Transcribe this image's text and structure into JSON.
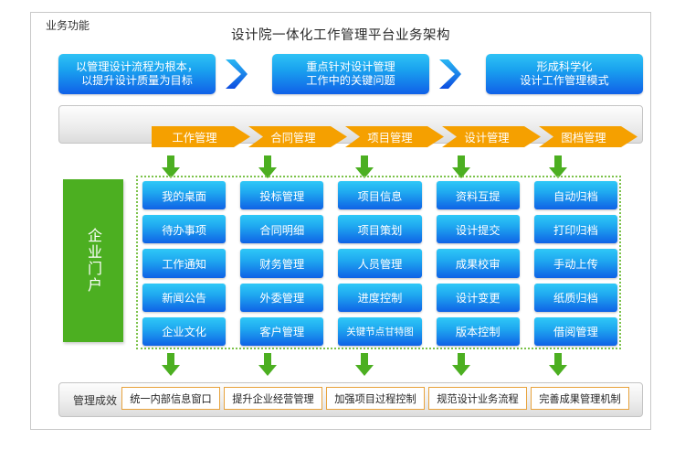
{
  "page": {
    "title": "设计院一体化工作管理平台业务架构"
  },
  "banner": {
    "boxes": [
      {
        "line1": "以管理设计流程为根本，",
        "line2": "以提升设计质量为目标"
      },
      {
        "line1": "重点针对设计管理",
        "line2": "工作中的关键问题"
      },
      {
        "line1": "形成科学化",
        "line2": "设计工作管理模式"
      }
    ],
    "separator_icon": "chevron-right-icon"
  },
  "function_band": {
    "label": "业务功能",
    "arrows": [
      "工作管理",
      "合同管理",
      "项目管理",
      "设计管理",
      "图档管理"
    ],
    "accent_color": "#f5a000"
  },
  "flow": {
    "down_arrow_icon": "arrow-down-icon",
    "arrow_color": "#4caf21"
  },
  "portal": {
    "label": "企业门户",
    "color": "#4caf21"
  },
  "modules": {
    "border_color": "#7cc24a",
    "button_color": "#1fa8f0",
    "columns": [
      {
        "group": "工作管理",
        "items": [
          "我的桌面",
          "待办事项",
          "工作通知",
          "新闻公告",
          "企业文化"
        ]
      },
      {
        "group": "合同管理",
        "items": [
          "投标管理",
          "合同明细",
          "财务管理",
          "外委管理",
          "客户管理"
        ]
      },
      {
        "group": "项目管理",
        "items": [
          "项目信息",
          "项目策划",
          "人员管理",
          "进度控制",
          "关键节点甘特图"
        ]
      },
      {
        "group": "设计管理",
        "items": [
          "资料互提",
          "设计提交",
          "成果校审",
          "设计变更",
          "版本控制"
        ]
      },
      {
        "group": "图档管理",
        "items": [
          "自动归档",
          "打印归档",
          "手动上传",
          "纸质归档",
          "借阅管理"
        ]
      }
    ]
  },
  "outcome_band": {
    "label": "管理成效",
    "tags": [
      "统一内部信息窗口",
      "提升企业经营管理",
      "加强项目过程控制",
      "规范设计业务流程",
      "完善成果管理机制"
    ],
    "tag_border_color": "#e8a33d"
  }
}
